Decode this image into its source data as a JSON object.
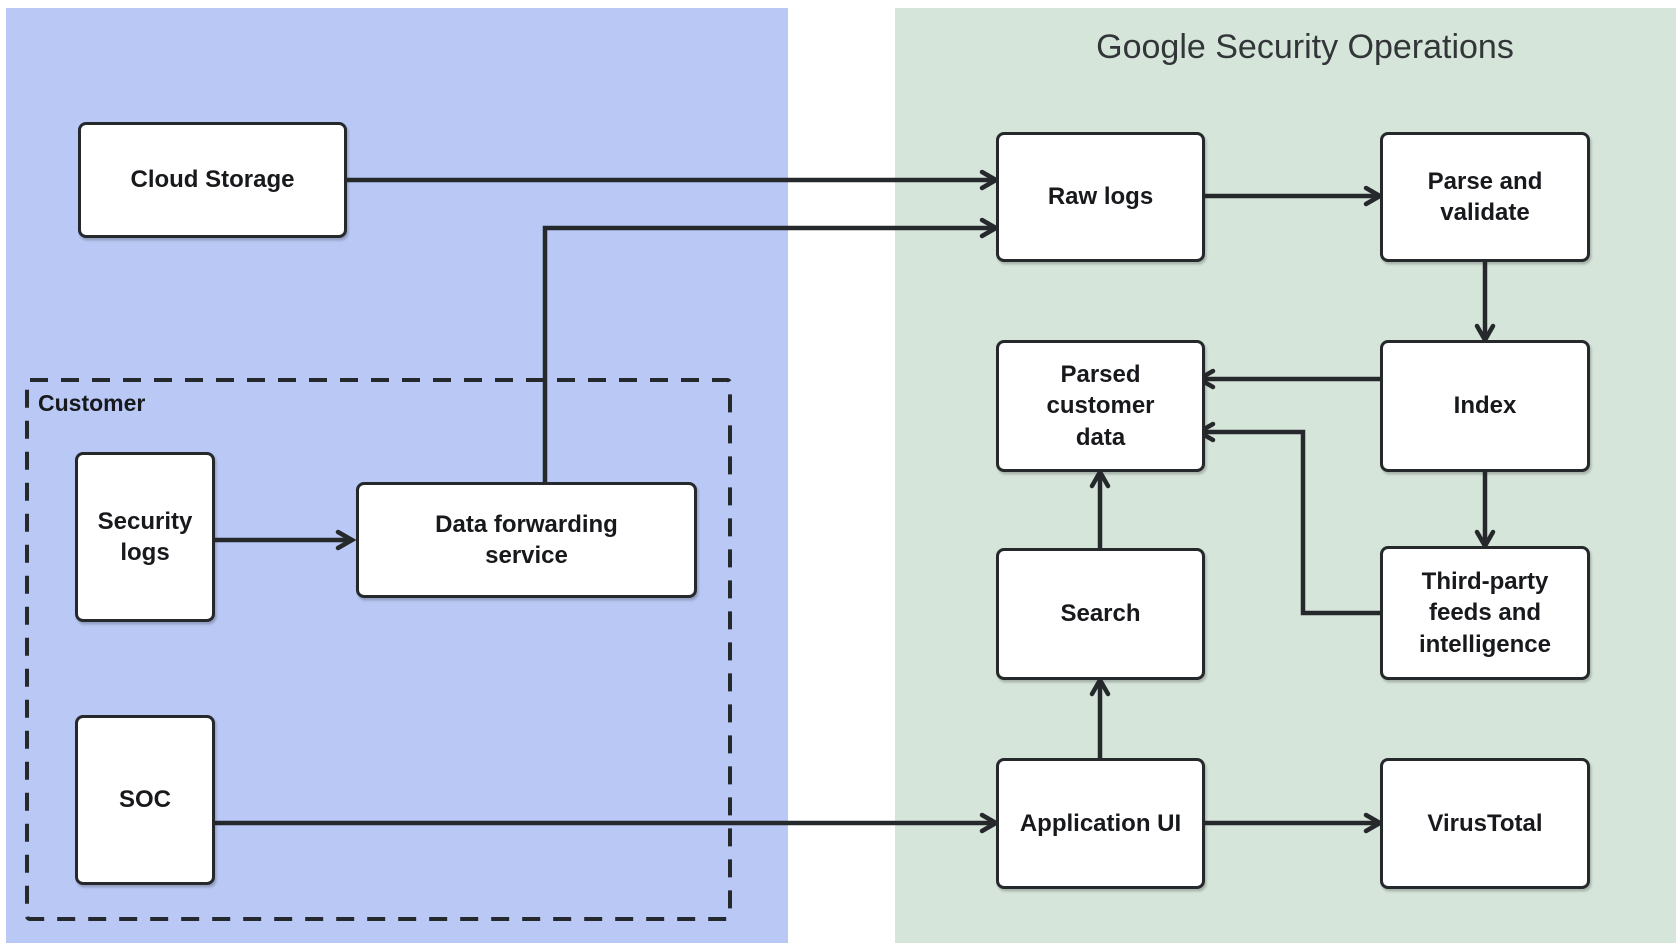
{
  "title": "Google Security Operations",
  "customer_zone_label": "Customer",
  "colors": {
    "panel_left": "#b9c8f4",
    "panel_right": "#d6e5d9",
    "node_fill": "#ffffff",
    "line": "#26292c",
    "title_text": "#323639",
    "label_text": "#17191c"
  },
  "nodes": [
    {
      "id": "cloud-storage",
      "label": "Cloud Storage",
      "zone": "customer-side"
    },
    {
      "id": "security-logs",
      "label": "Security logs",
      "zone": "customer"
    },
    {
      "id": "data-forwarding-service",
      "label": "Data forwarding service",
      "zone": "customer"
    },
    {
      "id": "soc",
      "label": "SOC",
      "zone": "customer"
    },
    {
      "id": "raw-logs",
      "label": "Raw logs",
      "zone": "google-security-operations"
    },
    {
      "id": "parse-and-validate",
      "label": "Parse and validate",
      "zone": "google-security-operations"
    },
    {
      "id": "parsed-customer-data",
      "label": "Parsed customer data",
      "zone": "google-security-operations"
    },
    {
      "id": "index",
      "label": "Index",
      "zone": "google-security-operations"
    },
    {
      "id": "search",
      "label": "Search",
      "zone": "google-security-operations"
    },
    {
      "id": "third-party-feeds-and-intelligence",
      "label": "Third-party feeds and intelligence",
      "zone": "google-security-operations"
    },
    {
      "id": "application-ui",
      "label": "Application UI",
      "zone": "google-security-operations"
    },
    {
      "id": "virustotal",
      "label": "VirusTotal",
      "zone": "google-security-operations"
    }
  ],
  "edges": [
    {
      "from": "cloud-storage",
      "to": "raw-logs"
    },
    {
      "from": "data-forwarding-service",
      "to": "raw-logs"
    },
    {
      "from": "security-logs",
      "to": "data-forwarding-service"
    },
    {
      "from": "soc",
      "to": "application-ui"
    },
    {
      "from": "raw-logs",
      "to": "parse-and-validate"
    },
    {
      "from": "parse-and-validate",
      "to": "index"
    },
    {
      "from": "index",
      "to": "parsed-customer-data"
    },
    {
      "from": "index",
      "to": "third-party-feeds-and-intelligence"
    },
    {
      "from": "third-party-feeds-and-intelligence",
      "to": "parsed-customer-data"
    },
    {
      "from": "search",
      "to": "parsed-customer-data"
    },
    {
      "from": "application-ui",
      "to": "search"
    },
    {
      "from": "application-ui",
      "to": "virustotal"
    }
  ]
}
